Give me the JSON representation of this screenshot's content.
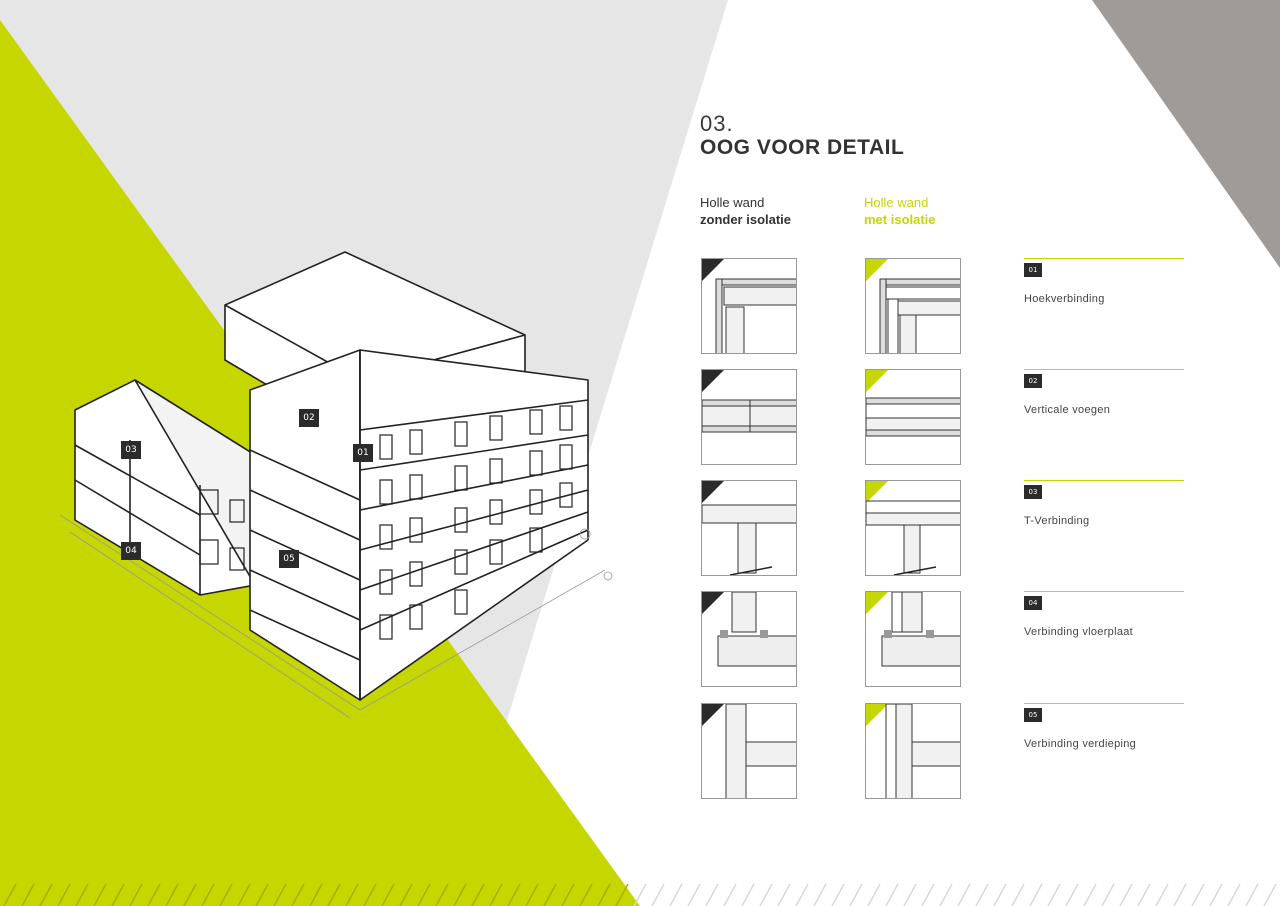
{
  "section": {
    "number": "03.",
    "title": "OOG VOOR DETAIL"
  },
  "columns": [
    {
      "line1": "Holle wand",
      "line2": "zonder isolatie"
    },
    {
      "line1": "Holle wand",
      "line2": "met isolatie"
    }
  ],
  "rows": [
    {
      "code": "01",
      "label": "Hoekverbinding"
    },
    {
      "code": "02",
      "label": "Verticale voegen"
    },
    {
      "code": "03",
      "label": "T-Verbinding"
    },
    {
      "code": "04",
      "label": "Verbinding vloerplaat"
    },
    {
      "code": "05",
      "label": "Verbinding verdieping"
    }
  ],
  "building_markers": [
    "01",
    "02",
    "03",
    "04",
    "05"
  ],
  "colors": {
    "accent": "#c5d600",
    "dark": "#2b2b2b",
    "grey": "#9e9b99",
    "light": "#e6e6e7"
  }
}
